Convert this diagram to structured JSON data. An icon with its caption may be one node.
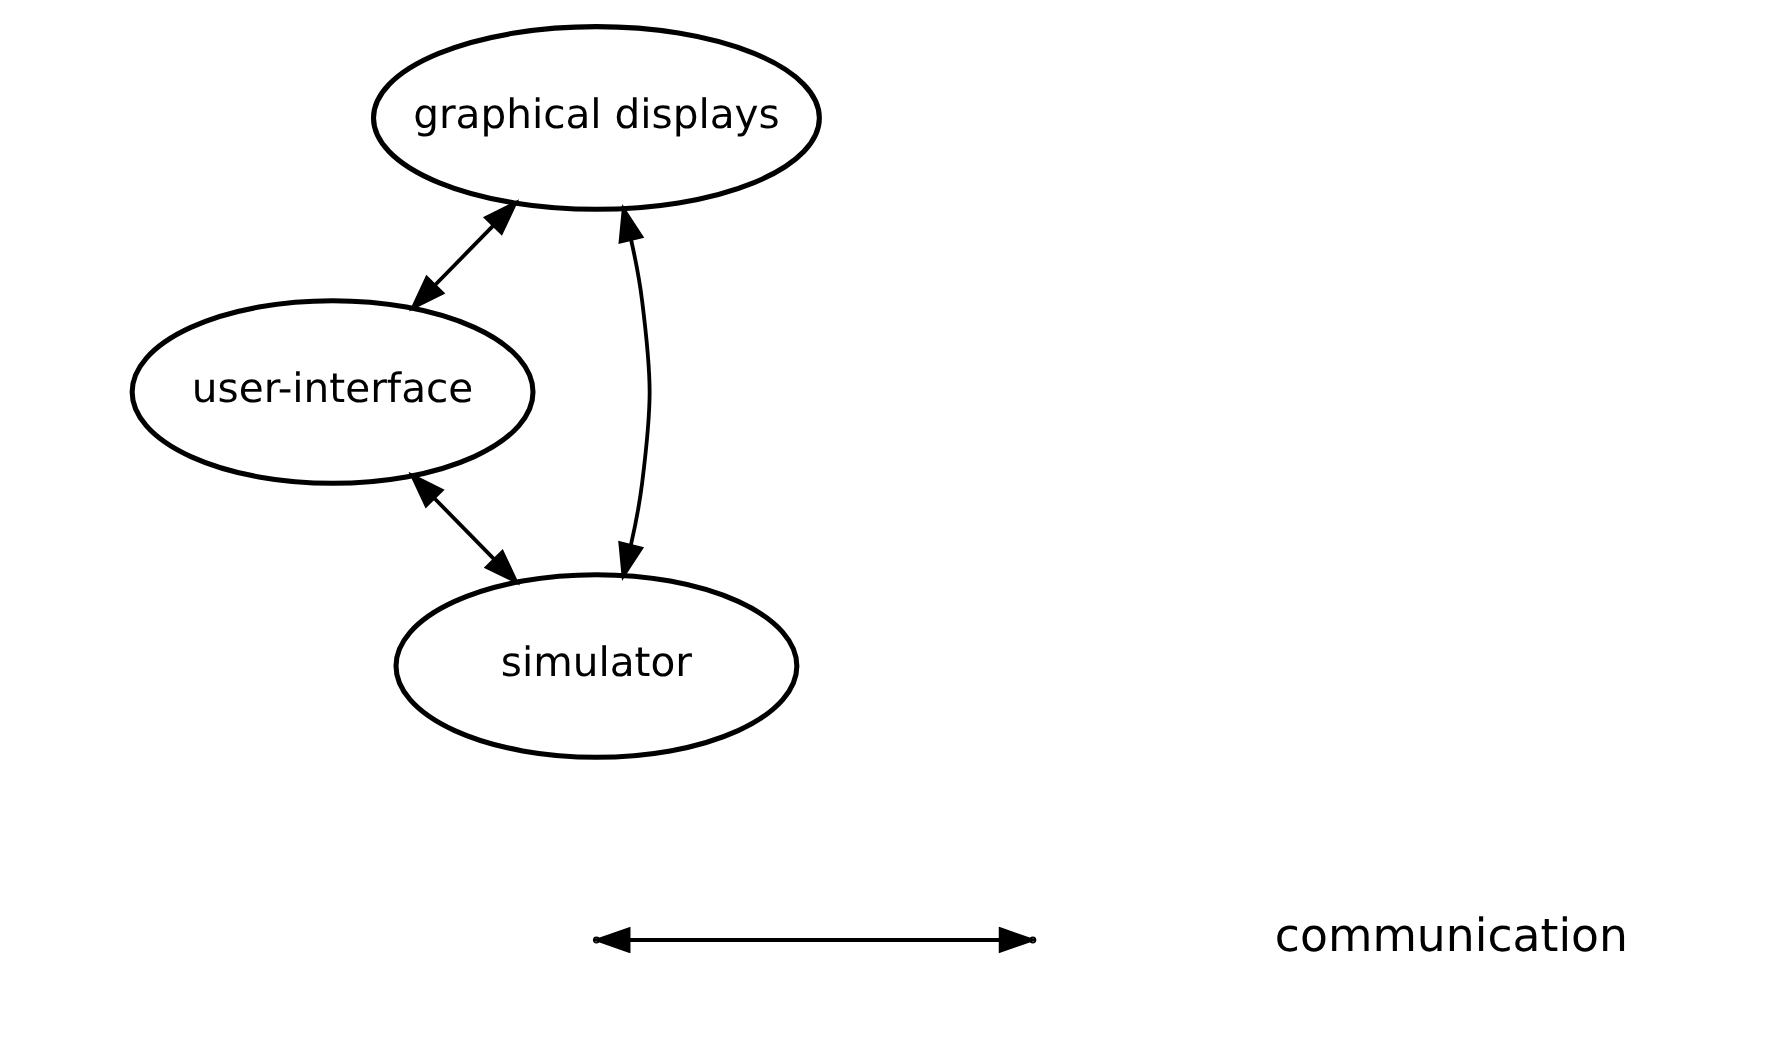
{
  "diagram": {
    "nodes": [
      {
        "text": [
          "user-interface"
        ]
      },
      {
        "text": [
          "graphical displays"
        ]
      },
      {
        "text": [
          "simulator"
        ]
      }
    ],
    "edges": [
      {
        "from": 1,
        "to": 0,
        "arrow": "both"
      },
      {
        "from": 0,
        "to": 2,
        "arrow": "both"
      },
      {
        "from": 1,
        "to": 2,
        "arrow": "both"
      }
    ],
    "legend": [
      {
        "text": "communication"
      }
    ]
  }
}
